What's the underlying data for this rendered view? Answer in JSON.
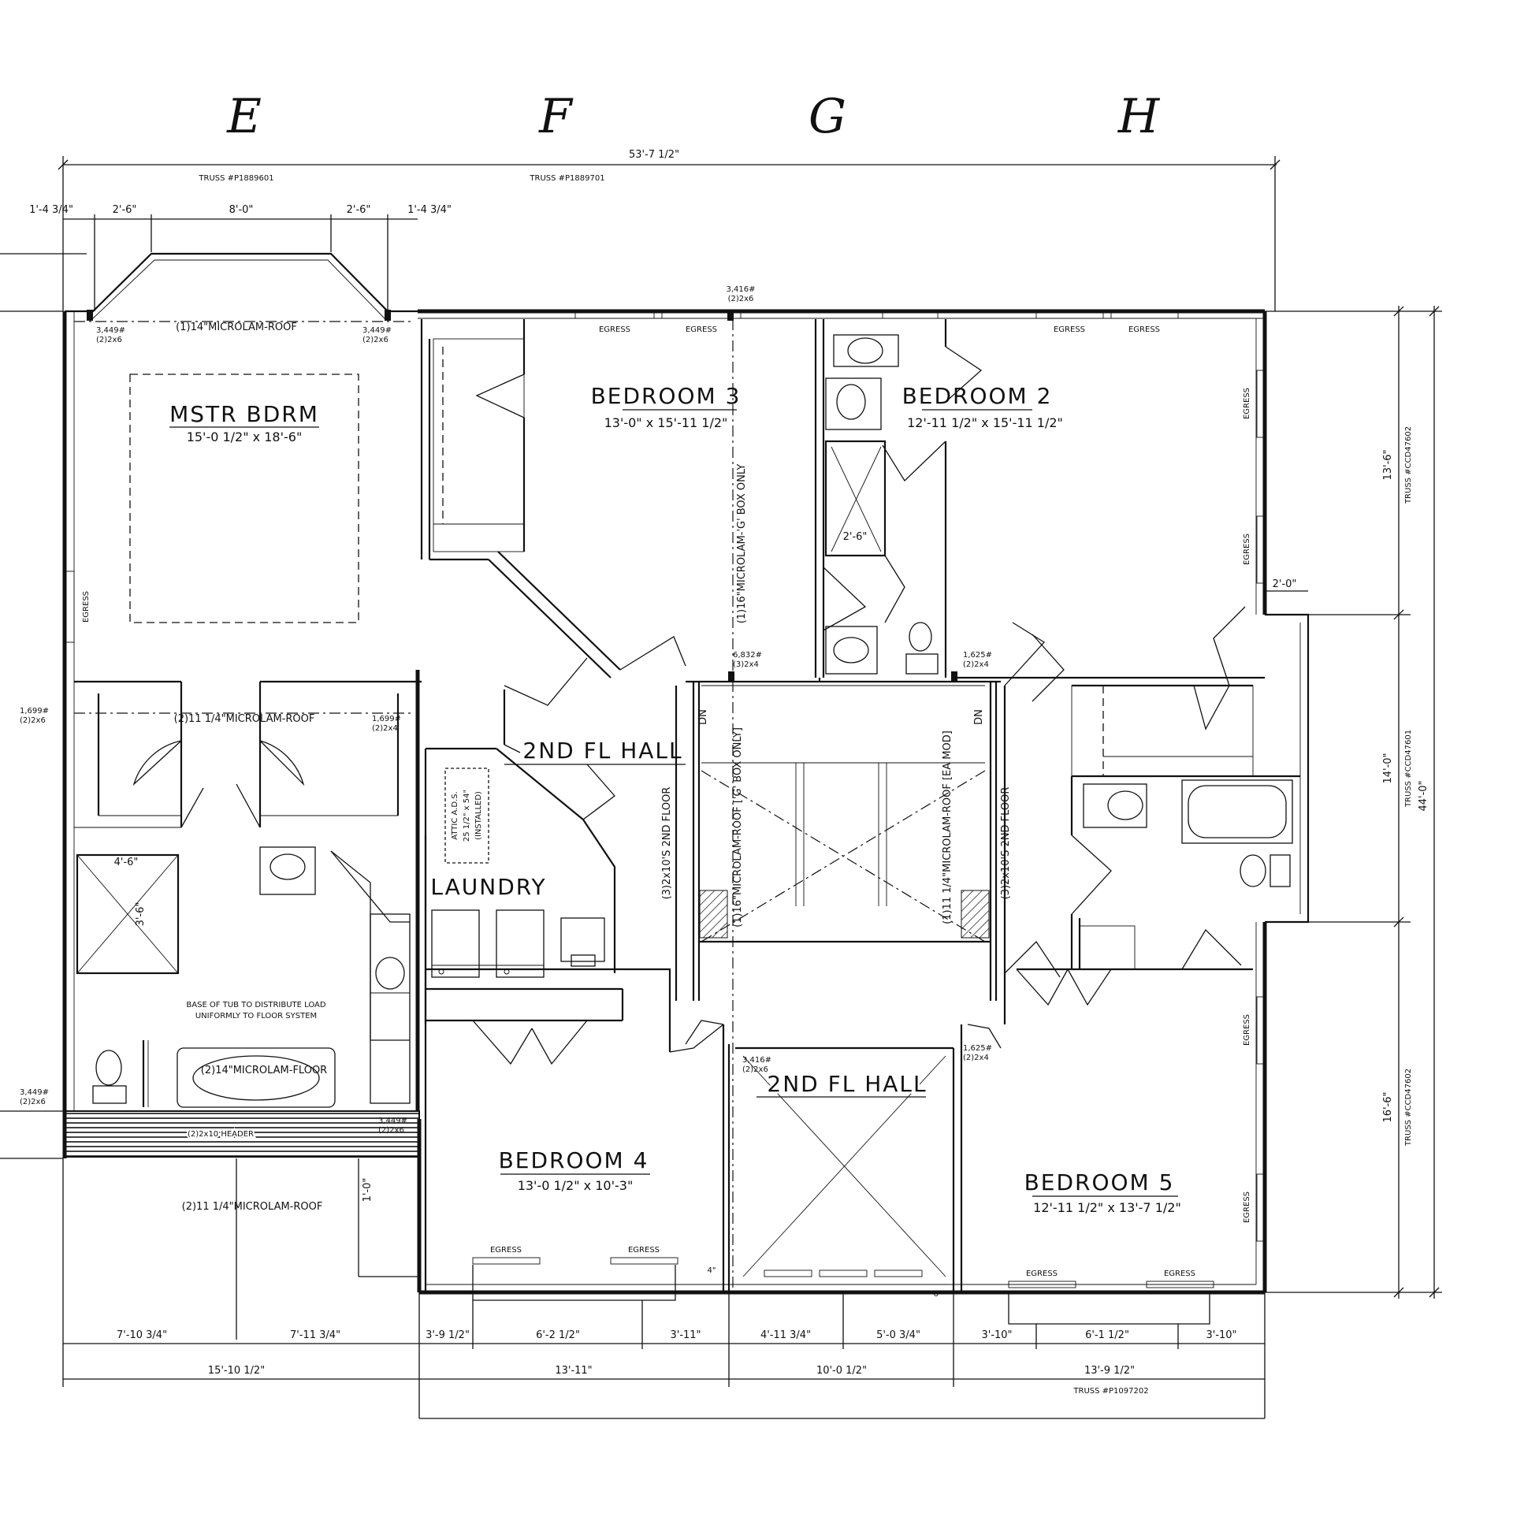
{
  "grid_lines": [
    "E",
    "F",
    "G",
    "H"
  ],
  "overall": {
    "width_dim": "53'-7 1/2\"",
    "depth_dim": "44'-0\""
  },
  "truss_labels": {
    "top_left": "TRUSS #P1889601",
    "top_right": "TRUSS #P1889701",
    "right_top": "TRUSS #CCD47602",
    "right_mid": "TRUSS #CCD47601",
    "right_bottom": "TRUSS #CCD47602",
    "bottom": "TRUSS #P1097202"
  },
  "rooms": {
    "master": {
      "name": "MSTR BDRM",
      "size": "15'-0 1/2\" x 18'-6\""
    },
    "bedroom3": {
      "name": "BEDROOM 3",
      "size": "13'-0\" x 15'-11 1/2\""
    },
    "bedroom2": {
      "name": "BEDROOM 2",
      "size": "12'-11 1/2\" x 15'-11 1/2\""
    },
    "bedroom4": {
      "name": "BEDROOM 4",
      "size": "13'-0 1/2\" x 10'-3\""
    },
    "bedroom5": {
      "name": "BEDROOM 5",
      "size": "12'-11 1/2\" x 13'-7 1/2\""
    },
    "hall_upper": {
      "name": "2ND FL HALL"
    },
    "hall_lower": {
      "name": "2ND FL HALL"
    },
    "laundry": {
      "name": "LAUNDRY"
    }
  },
  "beams": {
    "master_roof": "(1)14\"MICROLAM-ROOF",
    "bath_roof": "(2)11 1/4\"MICROLAM-ROOF",
    "tub_floor": "(2)14\"MICROLAM-FLOOR",
    "header": "(2)2x10 HEADER",
    "porch_roof": "(2)11 1/4\"MICROLAM-ROOF",
    "bed3_box": "(1)16\"MICROLAM-'G' BOX ONLY",
    "stair_left": "(1)16\"MICROLAM-ROOF ['G' BOX ONLY]",
    "stair_right": "(1)11 1/4\"MICROLAM-ROOF [EA MOD]",
    "floor_left": "(3)2x10'S 2ND FLOOR",
    "floor_right": "(3)2x10'S 2ND FLOOR"
  },
  "notes": {
    "tub": "BASE OF TUB TO DISTRIBUTE LOAD",
    "tub2": "UNIFORMLY TO FLOOR SYSTEM",
    "attic1": "ATTIC A.D.S.",
    "attic2": "25 1/2\" x 54\"",
    "attic3": "(INSTALLED)",
    "dn": "DN",
    "egress": "EGRESS"
  },
  "loads": {
    "l3416a": "3,416#",
    "l3416a_b": "(2)2x6",
    "l3449a": "3,449#",
    "l3449a_b": "(2)2x6",
    "l3449b": "3,449#",
    "l3449b_b": "(2)2x6",
    "l1699a": "1,699#",
    "l1699a_b": "(2)2x6",
    "l1699b": "1,699#",
    "l1699b_b": "(2)2x4",
    "l6832": "6,832#",
    "l6832_b": "(3)2x4",
    "l1625a": "1,625#",
    "l1625a_b": "(2)2x4",
    "l1625b": "1,625#",
    "l1625b_b": "(2)2x4",
    "l3449c": "3,449#",
    "l3449c_b": "(2)2x6",
    "l3449d": "3,449#",
    "l3449d_b": "(2)2x6",
    "l3416b": "3,416#",
    "l3416b_b": "(2)2x6"
  },
  "dims": {
    "top_1": "1'-4 3/4\"",
    "top_2": "2'-6\"",
    "top_3": "8'-0\"",
    "top_4": "2'-6\"",
    "top_5": "1'-4 3/4\"",
    "shower": "4'-6\"",
    "shower_v": "3'-6\"",
    "shower2": "2'-6\"",
    "closet": "2'-0\"",
    "porch_v": "1'-0\"",
    "right_1": "13'-6\"",
    "right_2": "14'-0\"",
    "right_3": "16'-6\"",
    "b1": "7'-10 3/4\"",
    "b2": "7'-11 3/4\"",
    "b3": "3'-9 1/2\"",
    "b4": "6'-2 1/2\"",
    "b5": "3'-11\"",
    "b6": "4'-11 3/4\"",
    "b7": "5'-0 3/4\"",
    "b8": "3'-10\"",
    "b9": "6'-1 1/2\"",
    "b10": "3'-10\"",
    "c1": "15'-10 1/2\"",
    "c2": "13'-11\"",
    "c3": "10'-0 1/2\"",
    "c4": "13'-9 1/2\"",
    "small1": "4\"",
    "small2": "6\""
  }
}
